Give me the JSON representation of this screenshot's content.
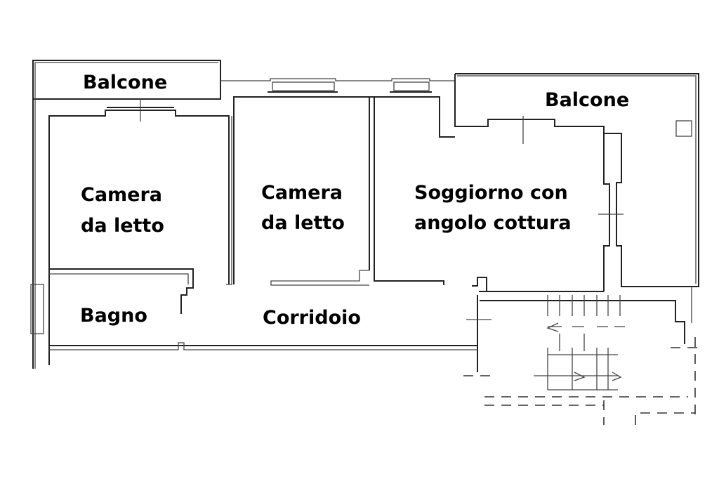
{
  "plan": {
    "rooms": {
      "balcone_left": "Balcone",
      "balcone_right": "Balcone",
      "camera1_line1": "Camera",
      "camera1_line2": "da letto",
      "camera2_line1": "Camera",
      "camera2_line2": "da letto",
      "soggiorno_line1": "Soggiorno con",
      "soggiorno_line2": "angolo cottura",
      "bagno": "Bagno",
      "corridoio": "Corridoio"
    }
  }
}
